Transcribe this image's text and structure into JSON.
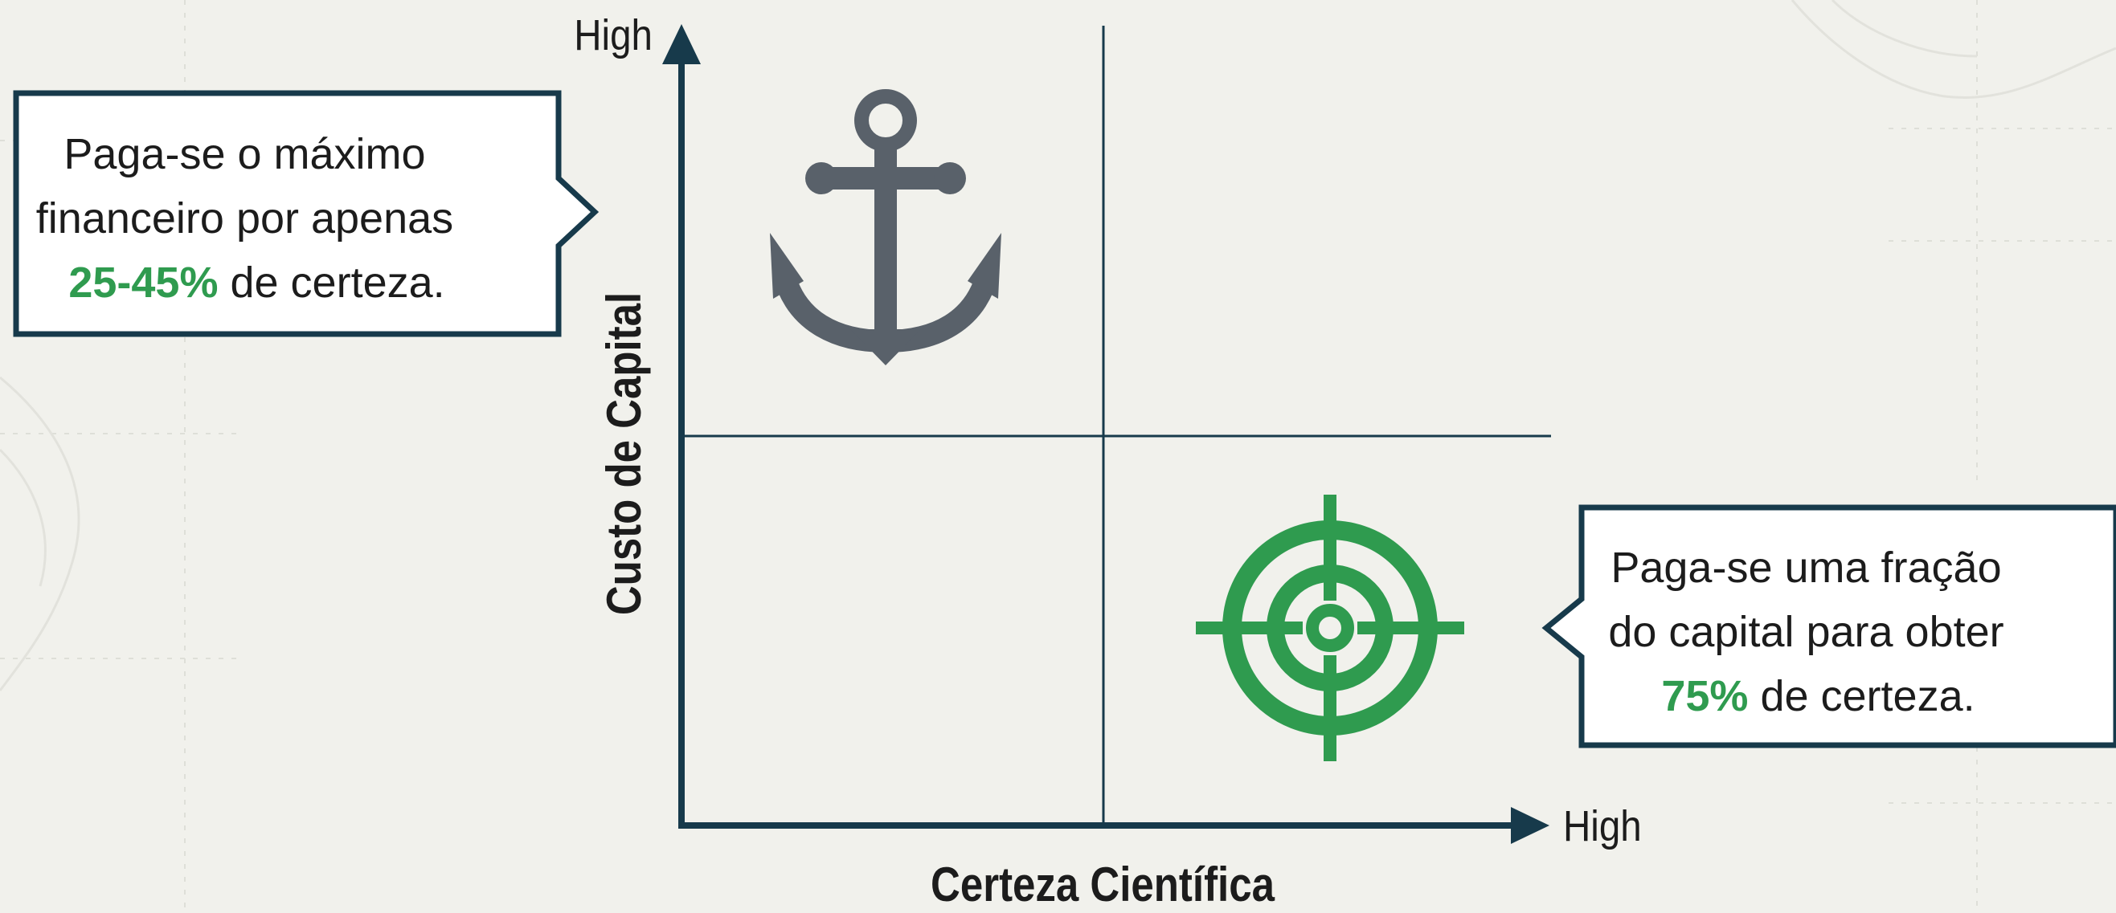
{
  "colors": {
    "background": "#f1f1ec",
    "axis": "#173a4b",
    "accent_green": "#2f9b4f",
    "anchor_gray": "#59616a",
    "text": "#1c1c1c",
    "callout_bg": "#ffffff",
    "callout_border": "#173a4b"
  },
  "axes": {
    "y_high_label": "High",
    "x_high_label": "High",
    "y_title": "Custo de Capital",
    "x_title": "Certeza Científica"
  },
  "callout_left": {
    "line1": "Paga-se o máximo",
    "line2": "financeiro por apenas",
    "highlight": "25-45%",
    "line3_rest": " de certeza."
  },
  "callout_right": {
    "line1": "Paga-se uma fração",
    "line2": "do capital para obter",
    "highlight": "75%",
    "line3_rest": " de certeza."
  },
  "icons": {
    "anchor": "anchor-icon",
    "target": "target-crosshair-icon"
  }
}
